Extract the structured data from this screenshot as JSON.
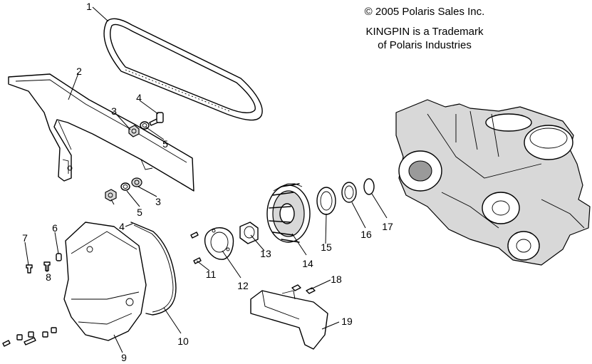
{
  "copyright": {
    "line1": "© 2005 Polaris Sales Inc.",
    "line2": "KINGPIN is a Trademark",
    "line3": "of Polaris Industries"
  },
  "callouts": [
    {
      "id": "c1",
      "text": "1"
    },
    {
      "id": "c2",
      "text": "2"
    },
    {
      "id": "c3a",
      "text": "3"
    },
    {
      "id": "c4a",
      "text": "4"
    },
    {
      "id": "c5a",
      "text": "5"
    },
    {
      "id": "c3b",
      "text": "3"
    },
    {
      "id": "c5b",
      "text": "5"
    },
    {
      "id": "c4b",
      "text": "4"
    },
    {
      "id": "c6",
      "text": "6"
    },
    {
      "id": "c7",
      "text": "7"
    },
    {
      "id": "c8",
      "text": "8"
    },
    {
      "id": "c9",
      "text": "9"
    },
    {
      "id": "c10",
      "text": "10"
    },
    {
      "id": "c11",
      "text": "11"
    },
    {
      "id": "c12",
      "text": "12"
    },
    {
      "id": "c13",
      "text": "13"
    },
    {
      "id": "c14",
      "text": "14"
    },
    {
      "id": "c15",
      "text": "15"
    },
    {
      "id": "c16",
      "text": "16"
    },
    {
      "id": "c17",
      "text": "17"
    },
    {
      "id": "c18",
      "text": "18"
    },
    {
      "id": "c19",
      "text": "19"
    }
  ]
}
